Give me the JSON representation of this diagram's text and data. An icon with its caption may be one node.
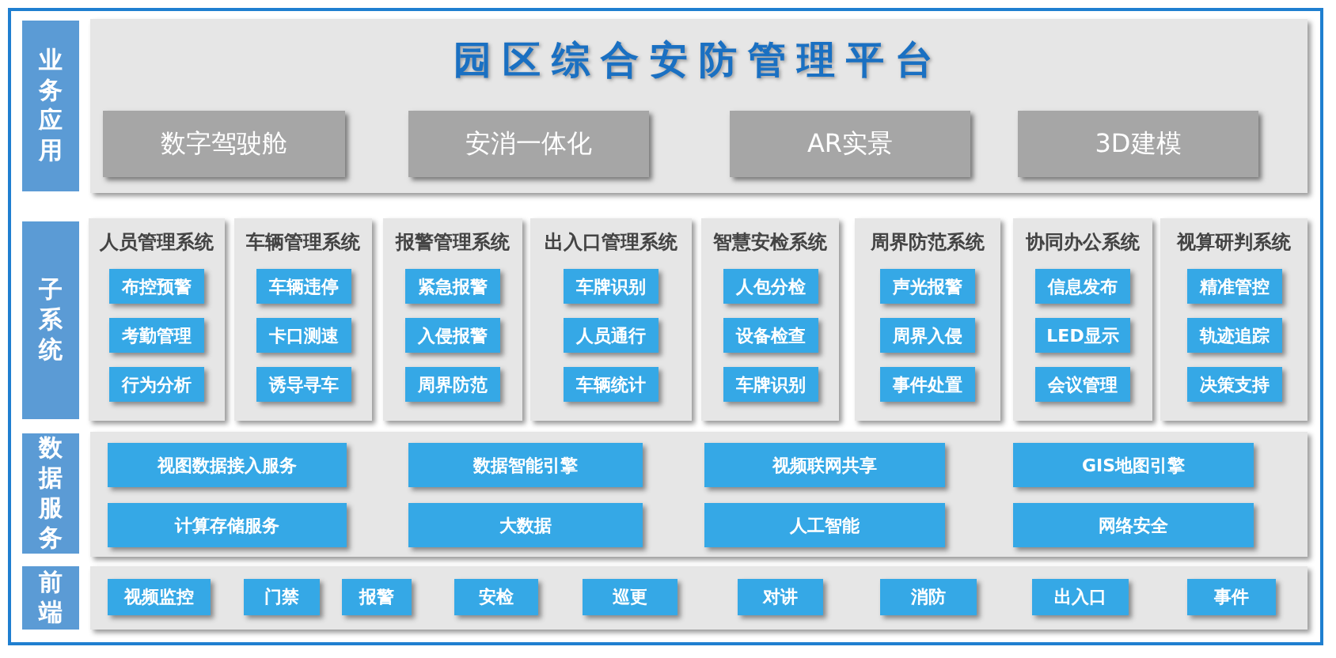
{
  "diagram": {
    "nodes": [
      {
        "text": [
          "业务应用"
        ]
      },
      {
        "text": [
          "园区综合安防管理平台"
        ]
      },
      {
        "text": [
          "数字驾驶舱"
        ],
        "in": 1
      },
      {
        "text": [
          "安消一体化"
        ],
        "in": 1
      },
      {
        "text": [
          "AR实景"
        ],
        "in": 1
      },
      {
        "text": [
          "3D建模"
        ],
        "in": 1
      },
      {
        "text": [
          "子系统"
        ]
      },
      {
        "text": [
          "人员管理系统"
        ]
      },
      {
        "text": [
          "布控预警"
        ],
        "in": 7
      },
      {
        "text": [
          "考勤管理"
        ],
        "in": 7
      },
      {
        "text": [
          "行为分析"
        ],
        "in": 7
      },
      {
        "text": [
          "车辆管理系统"
        ]
      },
      {
        "text": [
          "车辆违停"
        ],
        "in": 11
      },
      {
        "text": [
          "卡口测速"
        ],
        "in": 11
      },
      {
        "text": [
          "诱导寻车"
        ],
        "in": 11
      },
      {
        "text": [
          "报警管理系统"
        ]
      },
      {
        "text": [
          "紧急报警"
        ],
        "in": 15
      },
      {
        "text": [
          "入侵报警"
        ],
        "in": 15
      },
      {
        "text": [
          "周界防范"
        ],
        "in": 15
      },
      {
        "text": [
          "出入口管理系统"
        ]
      },
      {
        "text": [
          "车牌识别"
        ],
        "in": 19
      },
      {
        "text": [
          "人员通行"
        ],
        "in": 19
      },
      {
        "text": [
          "车辆统计"
        ],
        "in": 19
      },
      {
        "text": [
          "智慧安检系统"
        ]
      },
      {
        "text": [
          "人包分检"
        ],
        "in": 23
      },
      {
        "text": [
          "设备检查"
        ],
        "in": 23
      },
      {
        "text": [
          "车牌识别"
        ],
        "in": 23
      },
      {
        "text": [
          "周界防范系统"
        ]
      },
      {
        "text": [
          "声光报警"
        ],
        "in": 27
      },
      {
        "text": [
          "周界入侵"
        ],
        "in": 27
      },
      {
        "text": [
          "事件处置"
        ],
        "in": 27
      },
      {
        "text": [
          "协同办公系统"
        ]
      },
      {
        "text": [
          "信息发布"
        ],
        "in": 31
      },
      {
        "text": [
          "LED显示"
        ],
        "in": 31
      },
      {
        "text": [
          "会议管理"
        ],
        "in": 31
      },
      {
        "text": [
          "视算研判系统"
        ]
      },
      {
        "text": [
          "精准管控"
        ],
        "in": 35
      },
      {
        "text": [
          "轨迹追踪"
        ],
        "in": 35
      },
      {
        "text": [
          "决策支持"
        ],
        "in": 35
      },
      {
        "text": [
          "数据服务"
        ]
      },
      {
        "text": [],
        "shape": "box"
      },
      {
        "text": [
          "视图数据接入服务"
        ],
        "in": 40
      },
      {
        "text": [
          "数据智能引擎"
        ],
        "in": 40
      },
      {
        "text": [
          "视频联网共享"
        ],
        "in": 40
      },
      {
        "text": [
          "GIS地图引擎"
        ],
        "in": 40
      },
      {
        "text": [
          "计算存储服务"
        ],
        "in": 40
      },
      {
        "text": [
          "大数据"
        ],
        "in": 40
      },
      {
        "text": [
          "人工智能"
        ],
        "in": 40
      },
      {
        "text": [
          "网络安全"
        ],
        "in": 40
      },
      {
        "text": [
          "前端"
        ]
      },
      {
        "text": [],
        "shape": "box"
      },
      {
        "text": [
          "视频监控"
        ],
        "in": 50
      },
      {
        "text": [
          "门禁"
        ],
        "in": 50
      },
      {
        "text": [
          "报警"
        ],
        "in": 50
      },
      {
        "text": [
          "安检"
        ],
        "in": 50
      },
      {
        "text": [
          "巡更"
        ],
        "in": 50
      },
      {
        "text": [
          "对讲"
        ],
        "in": 50
      },
      {
        "text": [
          "消防"
        ],
        "in": 50
      },
      {
        "text": [
          "出入口"
        ],
        "in": 50
      },
      {
        "text": [
          "事件"
        ],
        "in": 50
      }
    ]
  }
}
